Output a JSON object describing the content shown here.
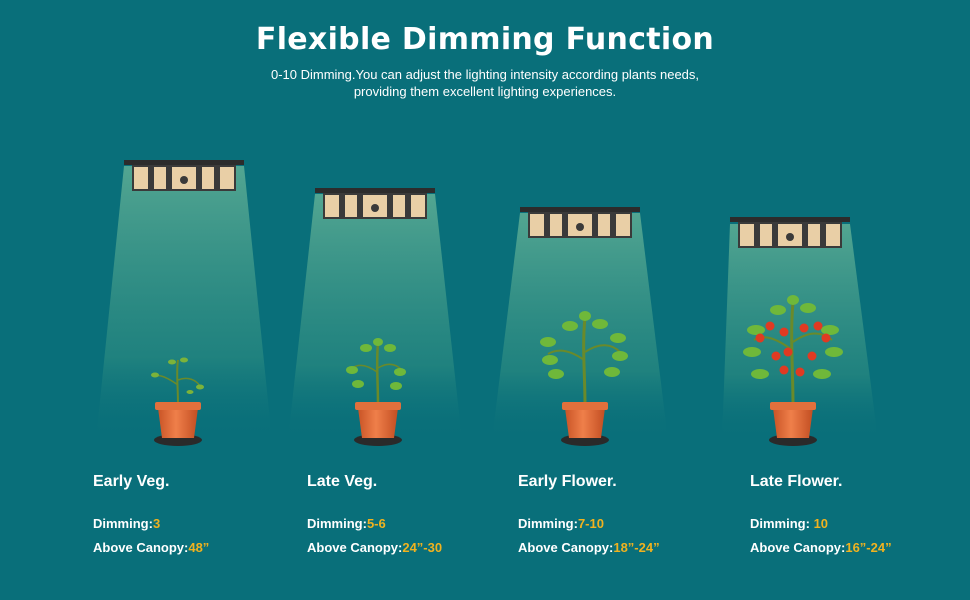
{
  "header": {
    "title": "Flexible Dimming Function",
    "subtitle_line1": "0-10 Dimming.You can adjust the lighting intensity according plants needs,",
    "subtitle_line2": "providing them excellent lighting experiences."
  },
  "colors": {
    "background": "#096f7a",
    "accent": "#f0b21f",
    "pot": "#e06a3a",
    "leaf": "#6fb83a",
    "tomato": "#e03a22"
  },
  "stages": [
    {
      "name": "Early Veg.",
      "dimming_label": "Dimming:",
      "dimming_value": "3",
      "canopy_label": "Above Canopy:",
      "canopy_value": "48”"
    },
    {
      "name": "Late Veg.",
      "dimming_label": "Dimming:",
      "dimming_value": "5-6",
      "canopy_label": "Above Canopy:",
      "canopy_value": "24”-30"
    },
    {
      "name": "Early Flower.",
      "dimming_label": "Dimming:",
      "dimming_value": "7-10",
      "canopy_label": "Above Canopy:",
      "canopy_value": "18”-24”"
    },
    {
      "name": "Late Flower.",
      "dimming_label": "Dimming: ",
      "dimming_value": "10",
      "canopy_label": "Above Canopy:",
      "canopy_value": "16”-24”"
    }
  ]
}
